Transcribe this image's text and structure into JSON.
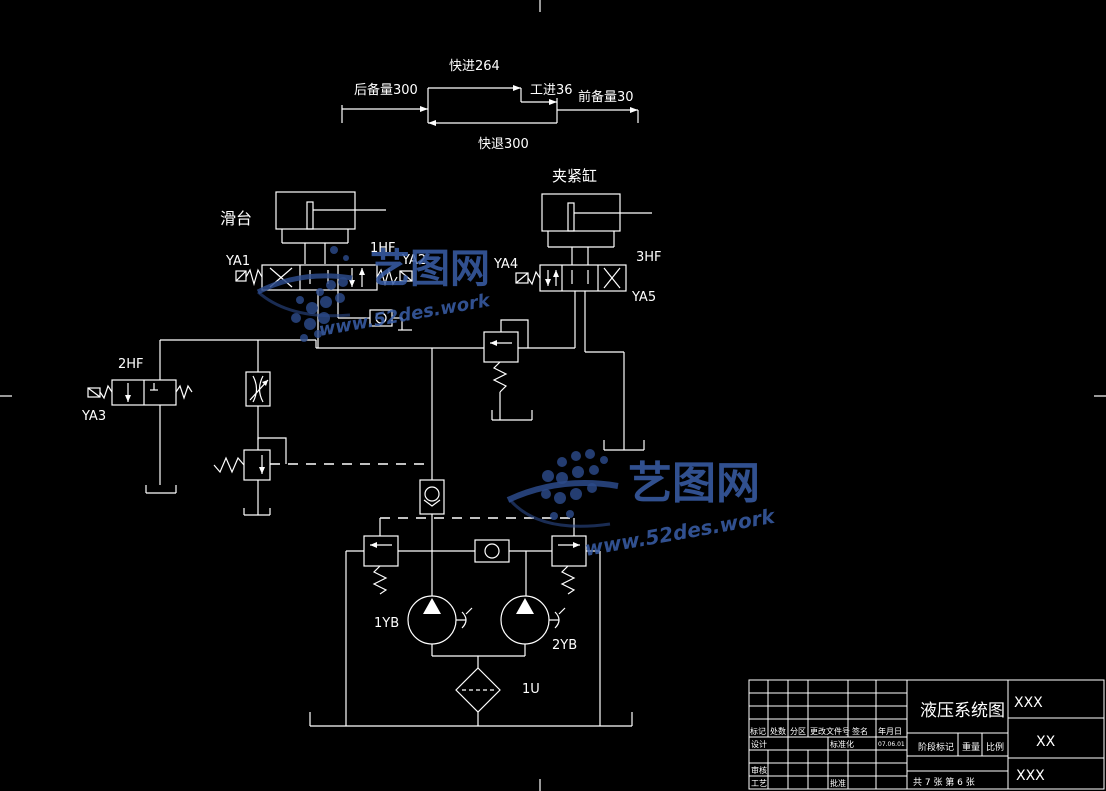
{
  "motion": {
    "rapid_forward": "快进264",
    "rear_reserve": "后备量300",
    "work_feed": "工进36",
    "front_reserve": "前备量30",
    "rapid_return": "快退300"
  },
  "labels": {
    "slide": "滑台",
    "clamp_cylinder": "夹紧缸",
    "valve_1hf": "1HF",
    "valve_2hf": "2HF",
    "valve_3hf": "3HF",
    "ya1": "YA1",
    "ya2": "YA2",
    "ya3": "YA3",
    "ya4": "YA4",
    "ya5": "YA5",
    "pump_1": "1YB",
    "pump_2": "2YB",
    "filter": "1U"
  },
  "watermark": {
    "brand": "艺图网",
    "url": "www.52des.work"
  },
  "title_block": {
    "title": "液压系统图",
    "code_top": "XXX",
    "code_mid": "XX",
    "code_bottom": "XXX",
    "h_mark": "标记",
    "h_count": "处数",
    "h_zone": "分区",
    "h_doc": "更改文件号",
    "h_sign": "签名",
    "h_date": "年月日",
    "designer": "设计",
    "standard": "标准化",
    "date_val": "07.06.01",
    "stage_mark": "阶段标记",
    "weight": "重量",
    "scale": "比例",
    "review": "审核",
    "process": "工艺",
    "approve": "批准",
    "sheets": "共 7 张  第 6 张"
  }
}
